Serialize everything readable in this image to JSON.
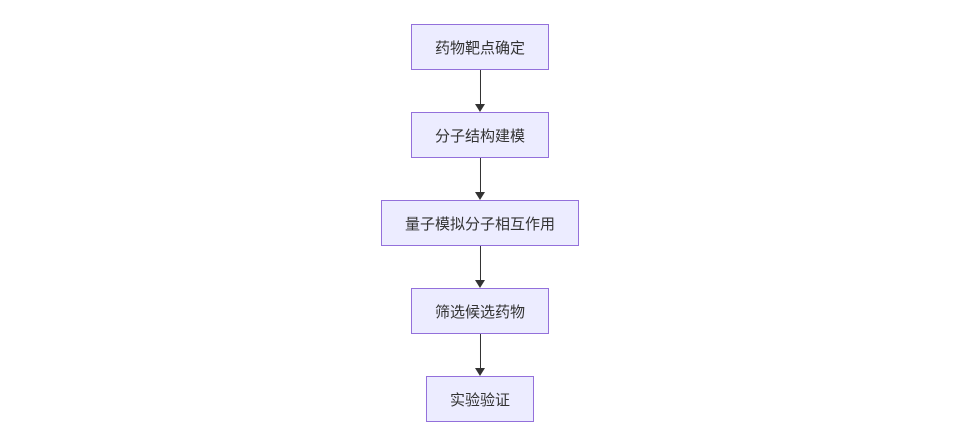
{
  "diagram": {
    "type": "flowchart",
    "direction": "top-down",
    "nodes": [
      {
        "label": "药物靶点确定"
      },
      {
        "label": "分子结构建模"
      },
      {
        "label": "量子模拟分子相互作用"
      },
      {
        "label": "筛选候选药物"
      },
      {
        "label": "实验验证"
      }
    ],
    "edges": [
      {
        "from": 0,
        "to": 1,
        "style": "arrow-down"
      },
      {
        "from": 1,
        "to": 2,
        "style": "arrow-down"
      },
      {
        "from": 2,
        "to": 3,
        "style": "arrow-down"
      },
      {
        "from": 3,
        "to": 4,
        "style": "arrow-down"
      }
    ],
    "colors": {
      "node_fill": "#ECECFF",
      "node_border": "#9370DB",
      "node_text": "#333333",
      "arrow": "#333333",
      "background": "#FFFFFF"
    }
  }
}
